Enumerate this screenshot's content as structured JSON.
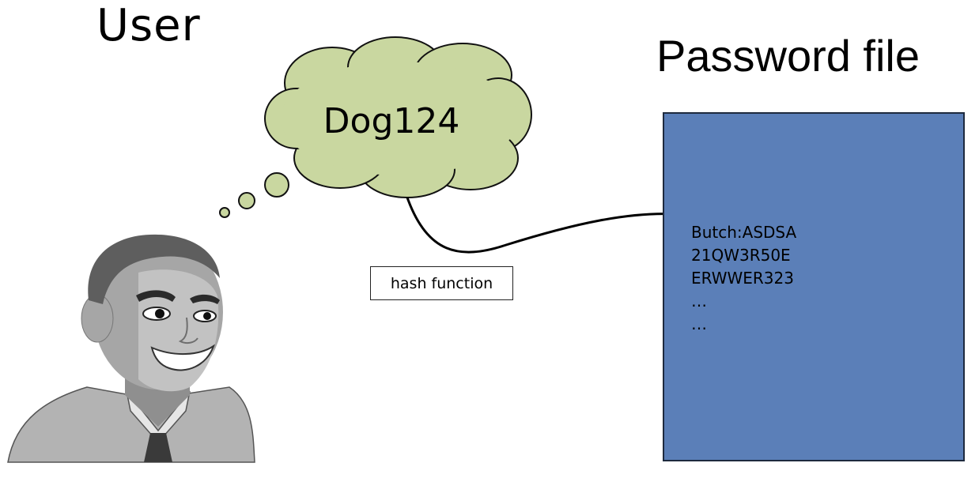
{
  "user_title": "User",
  "password_file": {
    "title": "Password file",
    "lines": [
      "Butch:ASDSA",
      "21QW3R50E",
      "ERWWER323",
      "…",
      "…"
    ]
  },
  "thought": {
    "text": "Dog124"
  },
  "hash_label": "hash function",
  "colors": {
    "cloud_fill": "#c9d7a0",
    "file_fill": "#5b7fb8",
    "file_border": "#1e2a3e"
  }
}
